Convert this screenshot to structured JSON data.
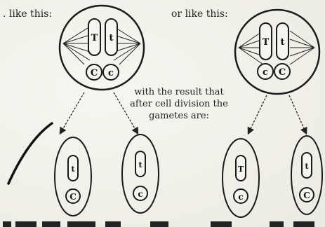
{
  "labels": {
    "left_heading": ". like this:",
    "right_heading": "or like this:",
    "caption_line1": "with the result that",
    "caption_line2": "after cell division the",
    "caption_line3": "gametes are:"
  },
  "cells": {
    "left": {
      "top_alleles": [
        "T",
        "t"
      ],
      "bottom_alleles": [
        "C",
        "c"
      ]
    },
    "right": {
      "top_alleles": [
        "T",
        "t"
      ],
      "bottom_alleles": [
        "c",
        "C"
      ]
    }
  },
  "gametes": [
    {
      "top": "t",
      "bottom": "C"
    },
    {
      "top": "t",
      "bottom": "c"
    },
    {
      "top": "T",
      "bottom": "c"
    },
    {
      "top": "t",
      "bottom": "C"
    }
  ]
}
